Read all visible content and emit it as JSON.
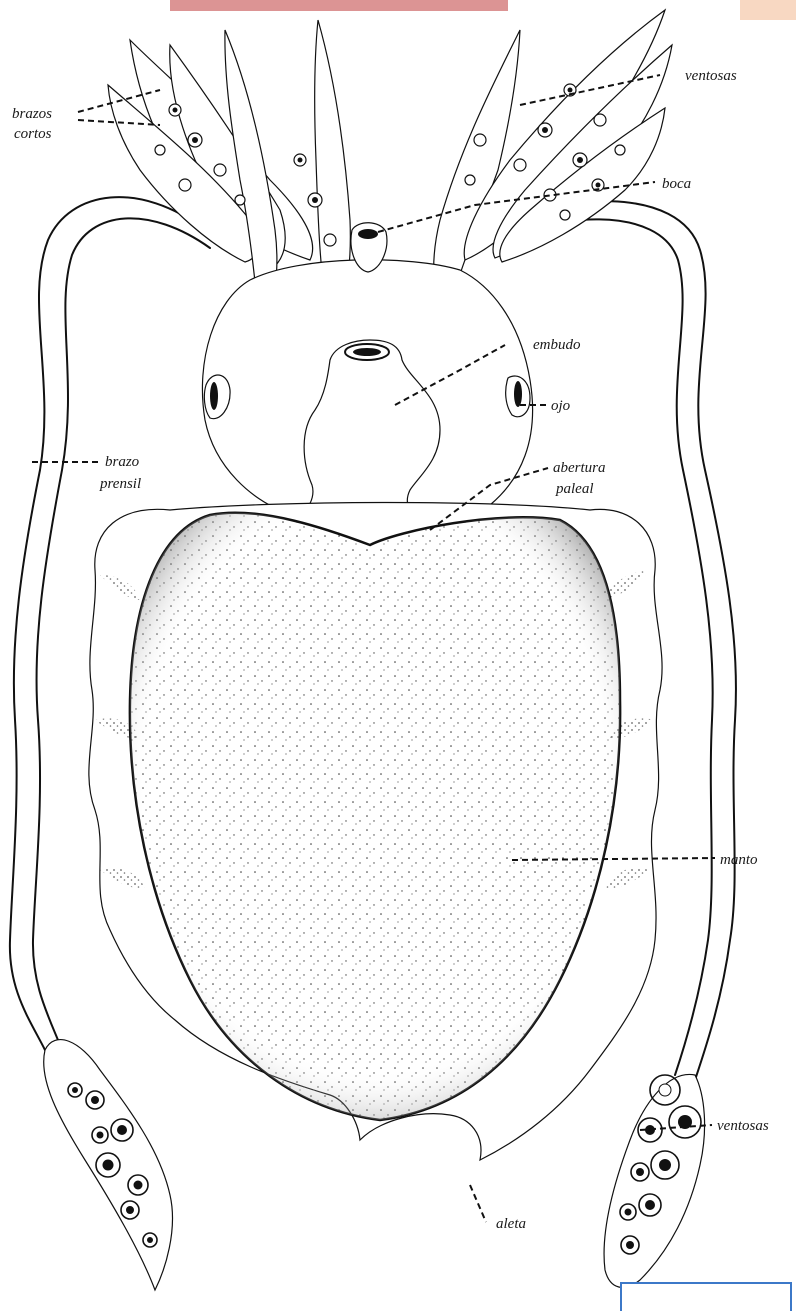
{
  "labels": {
    "brazos_cortos_1": "brazos",
    "brazos_cortos_2": "cortos",
    "ventosas_top": "ventosas",
    "boca": "boca",
    "embudo": "embudo",
    "ojo": "ojo",
    "brazo_prensil_1": "brazo",
    "brazo_prensil_2": "prensil",
    "abertura_paleal_1": "abertura",
    "abertura_paleal_2": "paleal",
    "manto": "manto",
    "ventosas_bottom": "ventosas",
    "aleta": "aleta"
  },
  "colors": {
    "top_bar": "#dc9494",
    "corner_patch": "#f8d8c2",
    "bottom_box_border": "#3c78c8",
    "ink": "#111111"
  }
}
